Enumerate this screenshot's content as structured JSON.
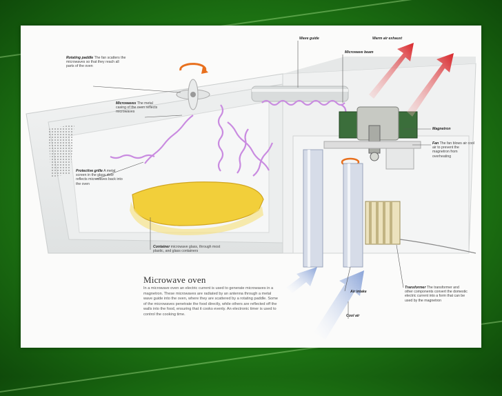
{
  "diagram": {
    "title": "Microwave oven",
    "body": "In a microwave oven an electric current is used to generate microwaves in a magnetron. These microwaves are radiated by an antenna through a metal wave guide into the oven, where they are scattered by a rotating paddle. Some of the microwaves penetrate the food directly, while others are reflected off the walls into the food, ensuring that it cooks evenly. An electronic timer is used to control the cooking time.",
    "labels": {
      "rotating_paddle": {
        "name": "Rotating paddle",
        "text": "The fan scatters the microwaves so that they reach all parts of the oven"
      },
      "microwaves": {
        "name": "Microwaves",
        "text": "The metal casing of the oven reflects microwaves"
      },
      "protective_grille": {
        "name": "Protective grille",
        "text": "A metal screen in the glass door reflects microwaves back into the oven"
      },
      "container": {
        "name": "Container",
        "text": "microwave glass, through most plastic, and glass containers"
      },
      "wave_guide": {
        "name": "Wave guide",
        "text": ""
      },
      "microwave_beam": {
        "name": "Microwave beam",
        "text": ""
      },
      "warm_air_exhaust": {
        "name": "Warm air exhaust",
        "text": ""
      },
      "magnetron": {
        "name": "Magnetron",
        "text": ""
      },
      "fan": {
        "name": "Fan",
        "text": "The fan blows air cool air to prevent the magnetron from overheating"
      },
      "air_intake": {
        "name": "Air intake",
        "text": ""
      },
      "cool_air": {
        "name": "Cool air",
        "text": ""
      },
      "transformer": {
        "name": "Transformer",
        "text": "The transformer and other components convert the domestic electric current into a form that can be used by the magnetron"
      }
    },
    "colors": {
      "microwave_wave": "#c98be0",
      "warm_air": "#d8262a",
      "cool_air": "#8aa4d8",
      "food": "#f2cf3a",
      "fan_arrow": "#e8701e"
    }
  }
}
